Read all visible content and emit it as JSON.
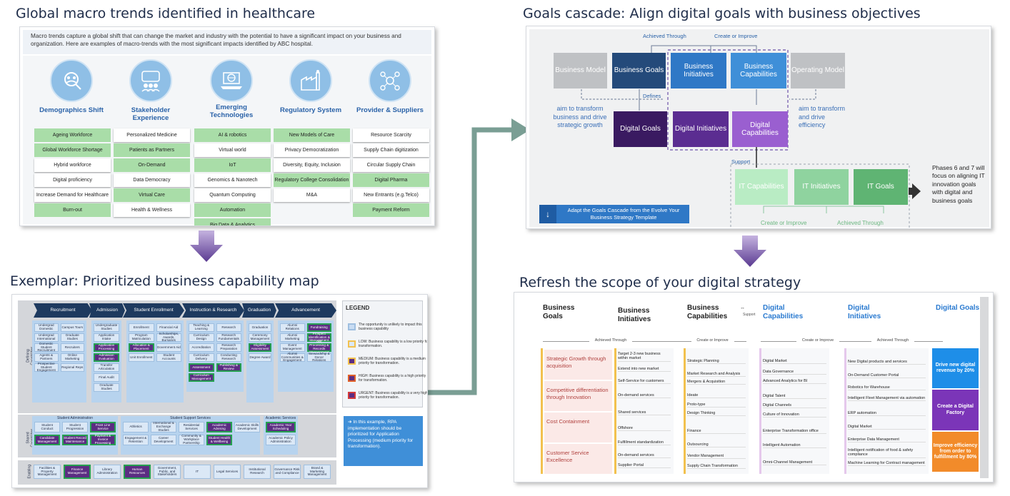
{
  "titles": {
    "macro": "Global macro trends identified in healthcare",
    "capmap": "Exemplar: Prioritized business capability map",
    "cascade": "Goals cascade: Align digital goals with business objectives",
    "refresh": "Refresh the scope of your digital strategy"
  },
  "macro": {
    "intro": "Macro trends capture a global shift that can change the market and industry with the potential to have a significant impact on your business and organization.  Here are examples of macro-trends with the most significant impacts identified by ABC hospital.",
    "columns": [
      {
        "icon": "people-network-icon",
        "title": "Demographics Shift",
        "items": [
          {
            "label": "Ageing Workforce",
            "hl": true
          },
          {
            "label": "Global Workforce Shortage",
            "hl": true
          },
          {
            "label": "Hybrid workforce",
            "hl": false
          },
          {
            "label": "Digital proficiency",
            "hl": false
          },
          {
            "label": "Increase Demand for Healthcare",
            "hl": false
          },
          {
            "label": "Burn-out",
            "hl": true
          }
        ]
      },
      {
        "icon": "stakeholder-icon",
        "title": "Stakeholder Experience",
        "items": [
          {
            "label": "Personalized Medicine",
            "hl": false
          },
          {
            "label": "Patients as Partners",
            "hl": true
          },
          {
            "label": "On-Demand",
            "hl": true
          },
          {
            "label": "Data Democracy",
            "hl": false
          },
          {
            "label": "Virtual Care",
            "hl": true
          },
          {
            "label": "Health & Wellness",
            "hl": false
          }
        ]
      },
      {
        "icon": "laptop-globe-icon",
        "title": "Emerging Technologies",
        "items": [
          {
            "label": "AI & robotics",
            "hl": true
          },
          {
            "label": "Virtual world",
            "hl": false
          },
          {
            "label": "IoT",
            "hl": true
          },
          {
            "label": "Genomics & Nanotech",
            "hl": false
          },
          {
            "label": "Quantum Computing",
            "hl": false
          },
          {
            "label": "Automation",
            "hl": true
          },
          {
            "label": "Big Data & Analytics",
            "hl": true
          }
        ]
      },
      {
        "icon": "factory-icon",
        "title": "Regulatory System",
        "items": [
          {
            "label": "New Models of Care",
            "hl": true
          },
          {
            "label": "Privacy Democratization",
            "hl": false
          },
          {
            "label": "Diversity, Equity, Inclusion",
            "hl": false
          },
          {
            "label": "Regulatory College Consolidation",
            "hl": true
          },
          {
            "label": "M&A",
            "hl": false
          }
        ]
      },
      {
        "icon": "network-nodes-icon",
        "title": "Provider & Suppliers",
        "items": [
          {
            "label": "Resource Scarcity",
            "hl": false
          },
          {
            "label": "Supply Chain digitization",
            "hl": false
          },
          {
            "label": "Circular Supply Chain",
            "hl": false
          },
          {
            "label": "Digital Pharma",
            "hl": true
          },
          {
            "label": "New Entrants (e.g.Telco)",
            "hl": false
          },
          {
            "label": "Payment Reform",
            "hl": true
          }
        ]
      }
    ]
  },
  "capmap": {
    "stages": [
      "Recruitment",
      "Admission",
      "Student Enrollment",
      "Instruction & Research",
      "Graduation",
      "Advancement"
    ],
    "rows": [
      "Defining Capabilities",
      "Shared Capabilities",
      "Enabling"
    ],
    "defining": [
      [
        "Undergrad Domestic",
        "Undergrad International",
        "Domestic Student Recruitment",
        "Agents & Partners",
        "Prospective Student Engagement",
        "Campus Tours",
        "Graduate Studies",
        "Recruiters",
        "Online Marketing",
        "Regional Reps"
      ],
      [
        "Undergraduate Studies",
        "Application Intake",
        "Application Processing",
        "Admission Evaluation",
        "Transfer Articulation",
        "Final Audit",
        "Graduate Studies"
      ],
      [
        "Enrollment",
        "Program Matriculation",
        "Allocation & Placement",
        "Unit Enrollment",
        "Financial Aid",
        "Scholarships, Awards, Bursaries",
        "Government Aid",
        "Student Accounts"
      ],
      [
        "Teaching & Learning",
        "Curriculum Design",
        "Accreditation",
        "Curriculum Delivery",
        "Assessment",
        "Curriculum Management",
        "Research",
        "Research Fundamentals",
        "Research Preparation",
        "Conducting Research",
        "Publishing & Review"
      ],
      [
        "Graduation",
        "Ceremony Management",
        "Eligibility Assessment",
        "Degree Award"
      ],
      [
        "Alumni Relations",
        "Alumni Marketing",
        "Event Management",
        "Alumni Communities & Engagement",
        "Fundraising",
        "Prospect Identification & Management",
        "Gift Processing & Records Management",
        "Stewardship & Donor Relations"
      ]
    ],
    "shared_groups": [
      "Student Administration",
      "Student Support Services",
      "Academic Services"
    ],
    "shared": [
      "Student Conduct",
      "Student Progression",
      "Front Line Service",
      "Candidate Management",
      "Student Record Maintenance",
      "Payment & Invoice Processing",
      "Athletics",
      "International & Exchange Studies",
      "Residential Services",
      "Academic Advising",
      "Academic Skills Development",
      "Engagement & Retention",
      "Career Development",
      "Community & Workplace Partnership",
      "Student Health & Wellbeing",
      "Academic Year Scheduling",
      "Academic Policy Administration"
    ],
    "enabling": [
      "Facilities & Property Management",
      "Finance Management",
      "Library Administration",
      "Human Resources",
      "Government, Public, and Stakeholders",
      "IT",
      "Legal Services",
      "Institutional Research",
      "Governance Risk and Compliance",
      "Brand & Marketing Management"
    ],
    "legend": {
      "title": "LEGEND",
      "items": [
        {
          "label": "The opportunity is unlikely to impact this business capability",
          "color": "#c9dcf2"
        },
        {
          "label": "LOW: Business capability is a low priority for transformation.",
          "color": "#dbe8f6"
        },
        {
          "label": "MEDIUM: Business capability is a medium priority for transformation.",
          "color": "#5b2d82"
        },
        {
          "label": "HIGH: Business capability is a high priority for transformation.",
          "color": "#5b2d82"
        },
        {
          "label": "URGENT: Business capability is a very high priority for transformation.",
          "color": "#5b2d82"
        }
      ],
      "note": "➔ In this example, RPA implementation should be prioritized for Application Processing (medium priority for transformation)."
    }
  },
  "cascade": {
    "labels": {
      "achieved": "Achieved Through",
      "create": "Create or Improve",
      "defines": "Defines",
      "support": "Support",
      "create2": "Create or Improve",
      "achieved2": "Achieved Through"
    },
    "boxes": {
      "business_model": "Business Model",
      "business_goals": "Business Goals",
      "business_initiatives": "Business Initiatives",
      "business_capabilities": "Business Capabilities",
      "operating_model": "Operating Model",
      "digital_goals": "Digital Goals",
      "digital_initiatives": "Digital Initiatives",
      "digital_capabilities": "Digital Capabilities",
      "it_capabilities": "IT Capabilities",
      "it_initiatives": "IT Initiatives",
      "it_goals": "IT Goals"
    },
    "left_text": "aim to transform business and drive strategic growth",
    "right_text": "aim to transform and drive efficiency",
    "phases_text": "Phases 6 and 7 will focus on aligning IT innovation goals with digital and business goals",
    "banner": "Adapt the Goals Cascade from the Evolve Your Business Strategy Template"
  },
  "refresh": {
    "headers": [
      {
        "label": "Business Goals",
        "blue": false
      },
      {
        "label": "Business Initiatives",
        "blue": false
      },
      {
        "label": "Business Capabilities",
        "blue": false
      },
      {
        "label": "Digital Capabilities",
        "blue": true
      },
      {
        "label": "Digital Initiatives",
        "blue": true
      },
      {
        "label": "Digital Goals",
        "blue": true
      }
    ],
    "support": "Support",
    "arrows": {
      "a1": "Achieved Through",
      "a2": "Create or Improve",
      "a3": "Create or Improve",
      "a4": "Achieved Through"
    },
    "business_goals": [
      "Strategic Growth through acquisition",
      "Competitive differentiation through Innovation",
      "Cost Containment",
      "Customer Service Excellence"
    ],
    "business_initiatives": [
      "Target 2-3 new business within market",
      "Extend into new market",
      "Self-Service for customers",
      "On-demand services",
      "Shared services",
      "Offshore",
      "Fulfillment standardization",
      "On-demand services",
      "Supplier Portal"
    ],
    "business_capabilities": [
      "Strategic Planning",
      "Market Research and Analysis",
      "Mergers & Acquisition",
      "Ideate",
      "Proto-type",
      "Design Thinking",
      "Finance",
      "Outsourcing",
      "Vendor Management",
      "Supply Chain Transformation"
    ],
    "digital_capabilities": [
      "Digital Market",
      "Data Governance",
      "Advanced Analytics for BI",
      "Digital Talent",
      "Digital Channels",
      "Culture of Innovation",
      "Enterprise Transformation office",
      "Intelligent Automation",
      "Omni-Channel Management"
    ],
    "digital_initiatives": [
      "New Digital products and services",
      "On-Demand Customer Portal",
      "Robotics for Warehouse",
      "Intelligent Fleet Management via automation",
      "ERP automation",
      "Digital Market",
      "Enterprise Data Management",
      "Intelligent notification of food & safety compliance",
      "Machine Learning for Contract management"
    ],
    "digital_goals": [
      "Drive new digital revenue by 20%",
      "Create a Digital Factory",
      "Improve efficiency from order to fulfillment by 80%"
    ]
  },
  "colors": {
    "title": "#1f2d4a",
    "highlight_green": "#a9dda8",
    "navy": "#1e3a5f",
    "purple": "#5b2d82",
    "arrow_teal": "#7a9e94"
  }
}
